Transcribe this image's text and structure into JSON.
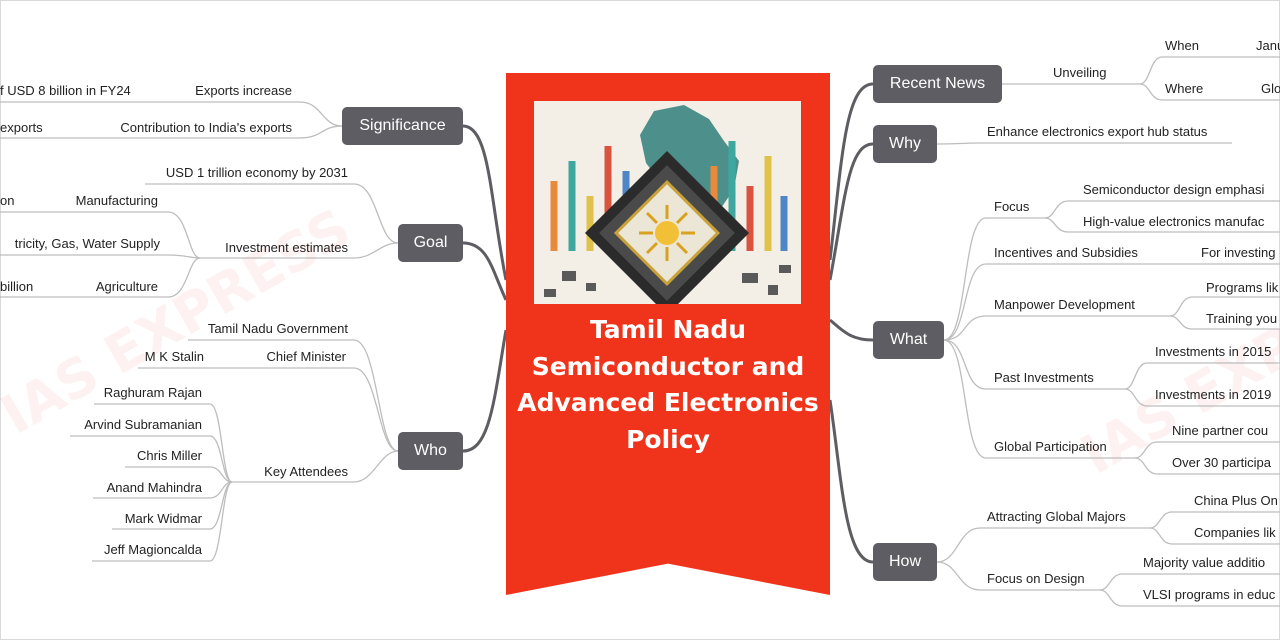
{
  "title": "Tamil Nadu Semiconductor and Advanced Electronics Policy",
  "watermark": "IAS EXPRESS",
  "colors": {
    "central": "#f0341c",
    "branch": "#5d5d63",
    "line": "#5d5d63",
    "leaf_line": "#bdbdbd"
  },
  "branches": {
    "significance": {
      "label": "Significance",
      "items": [
        {
          "label": "Exports increase",
          "child": "f USD 8 billion in FY24"
        },
        {
          "label": "Contribution to India's exports",
          "child": "exports"
        }
      ]
    },
    "goal": {
      "label": "Goal",
      "items": [
        {
          "label": "USD 1 trillion economy by 2031"
        },
        {
          "label": "Investment estimates",
          "children": [
            {
              "label": "Manufacturing",
              "child": "on"
            },
            {
              "label": "tricity, Gas, Water Supply"
            },
            {
              "label": "Agriculture",
              "child": "billion"
            }
          ]
        }
      ]
    },
    "who": {
      "label": "Who",
      "items": [
        {
          "label": "Tamil Nadu Government"
        },
        {
          "label": "Chief Minister",
          "child": "M K Stalin"
        },
        {
          "label": "Key Attendees",
          "children": [
            "Raghuram Rajan",
            "Arvind Subramanian",
            "Chris Miller",
            "Anand Mahindra",
            "Mark Widmar",
            "Jeff Magioncalda"
          ]
        }
      ]
    },
    "recent_news": {
      "label": "Recent News",
      "items": [
        {
          "label": "Unveiling",
          "children": [
            {
              "label": "When",
              "child": "Janu"
            },
            {
              "label": "Where",
              "child": "Glo"
            }
          ]
        }
      ]
    },
    "why": {
      "label": "Why",
      "items": [
        {
          "label": "Enhance electronics export hub status"
        }
      ]
    },
    "what": {
      "label": "What",
      "items": [
        {
          "label": "Focus",
          "children": [
            "Semiconductor design emphasi",
            "High-value electronics manufac"
          ]
        },
        {
          "label": "Incentives and Subsidies",
          "children": [
            "For investing"
          ]
        },
        {
          "label": "Manpower Development",
          "children": [
            "Programs lik",
            "Training you"
          ]
        },
        {
          "label": "Past Investments",
          "children": [
            "Investments in 2015",
            "Investments in 2019"
          ]
        },
        {
          "label": "Global Participation",
          "children": [
            "Nine partner cou",
            "Over 30 participa"
          ]
        }
      ]
    },
    "how": {
      "label": "How",
      "items": [
        {
          "label": "Attracting Global Majors",
          "children": [
            "China Plus On",
            "Companies lik"
          ]
        },
        {
          "label": "Focus on Design",
          "children": [
            "Majority value additio",
            "VLSI programs in educ"
          ]
        }
      ]
    }
  }
}
